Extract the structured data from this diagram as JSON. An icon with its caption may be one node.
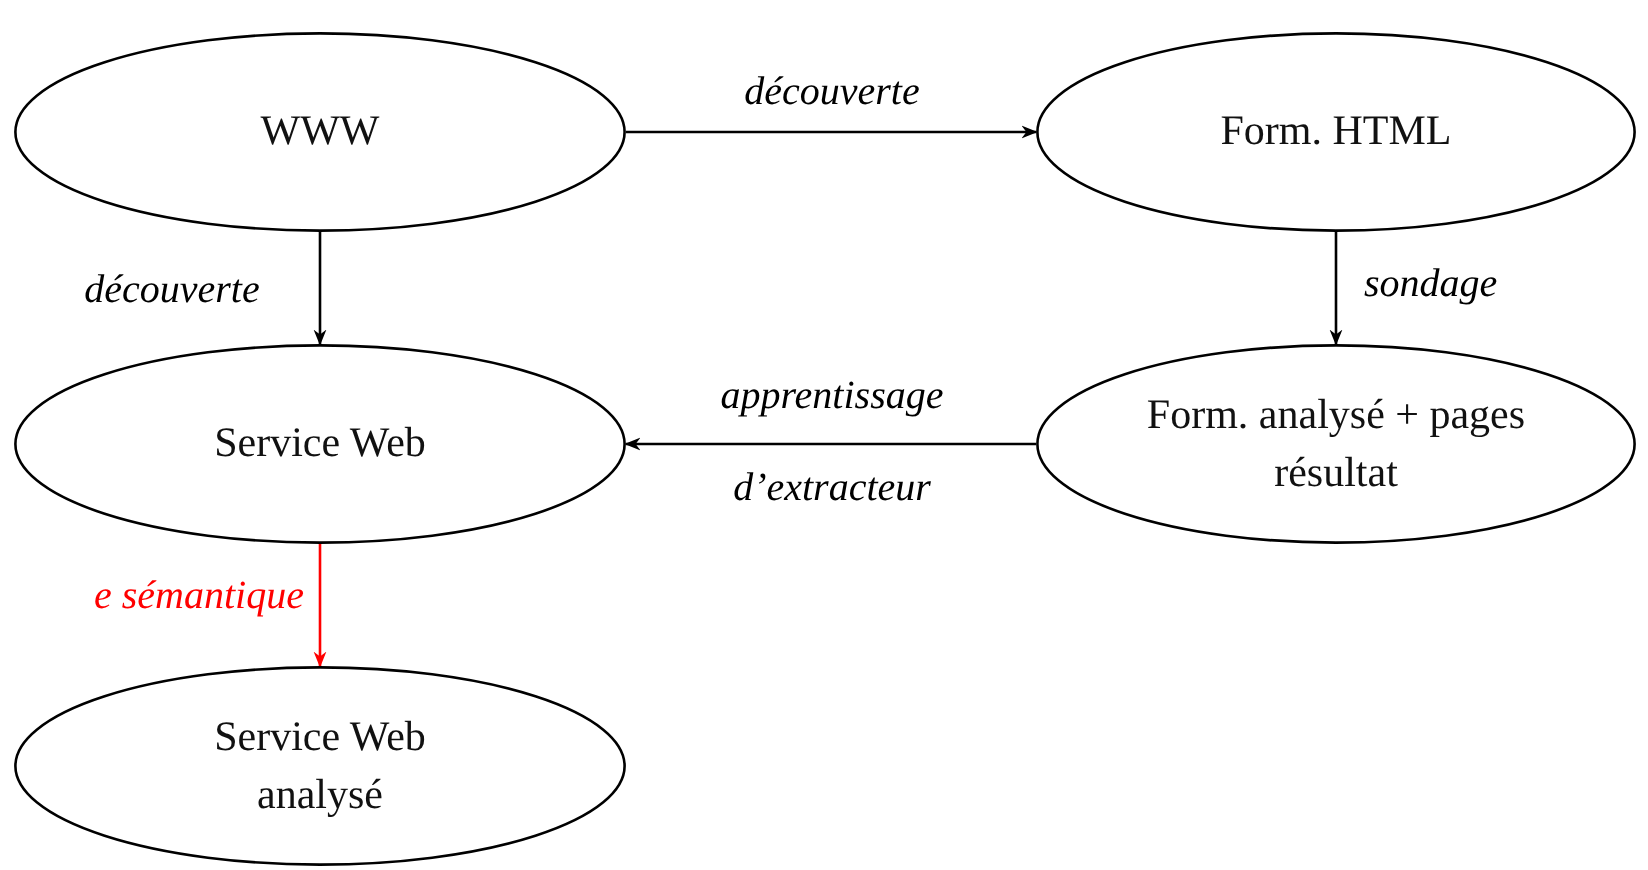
{
  "diagram": {
    "nodes": [
      {
        "text": [
          "WWW"
        ]
      },
      {
        "text": [
          "Form. HTML"
        ]
      },
      {
        "text": [
          "Service Web"
        ]
      },
      {
        "text": [
          "Form. analysé + pages résultat"
        ]
      },
      {
        "text": [
          "Service Web analysé"
        ]
      }
    ],
    "edges": [
      {
        "from": 0,
        "to": 1,
        "arrow": "to",
        "label": "découverte"
      },
      {
        "from": 0,
        "to": 2,
        "arrow": "to",
        "label": "découverte"
      },
      {
        "from": 1,
        "to": 3,
        "arrow": "to",
        "label": "sondage"
      },
      {
        "from": 3,
        "to": 2,
        "arrow": "to",
        "label": "apprentissage d’extracteur"
      },
      {
        "from": 2,
        "to": 4,
        "arrow": "to",
        "label": "e sémantique",
        "color": "#ff0000"
      }
    ]
  }
}
